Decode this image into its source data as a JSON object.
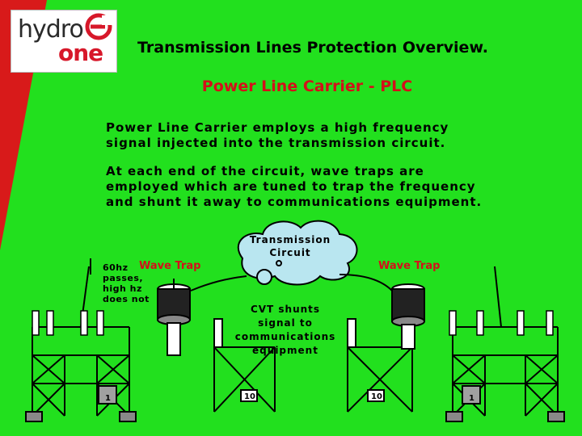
{
  "colors": {
    "background": "#22e01e",
    "accent_red": "#d4101a",
    "logo_red": "#d7182a"
  },
  "logo": {
    "line1": "hydro",
    "line2": "one"
  },
  "title": "Transmission Lines Protection Overview.",
  "subtitle": "Power Line Carrier - PLC",
  "paragraph1": [
    "Power Line Carrier employs a high frequency",
    "signal injected into the transmission circuit."
  ],
  "paragraph2": [
    "At each end of the circuit, wave traps are",
    "employed which are tuned to trap the frequency",
    "and shunt it away to communications equipment."
  ],
  "diagram": {
    "cloud_label": [
      "Transmission",
      "Circuit"
    ],
    "left_note": [
      "60hz",
      "passes,",
      "high hz",
      "does not"
    ],
    "wave_trap_left": "Wave Trap",
    "wave_trap_right": "Wave Trap",
    "cvt_label": [
      "CVT shunts",
      "signal to",
      "communications",
      "equipment"
    ],
    "box_label_left": "1",
    "box_label_mid_left": "10",
    "box_label_mid_right": "10",
    "box_label_right": "1"
  }
}
